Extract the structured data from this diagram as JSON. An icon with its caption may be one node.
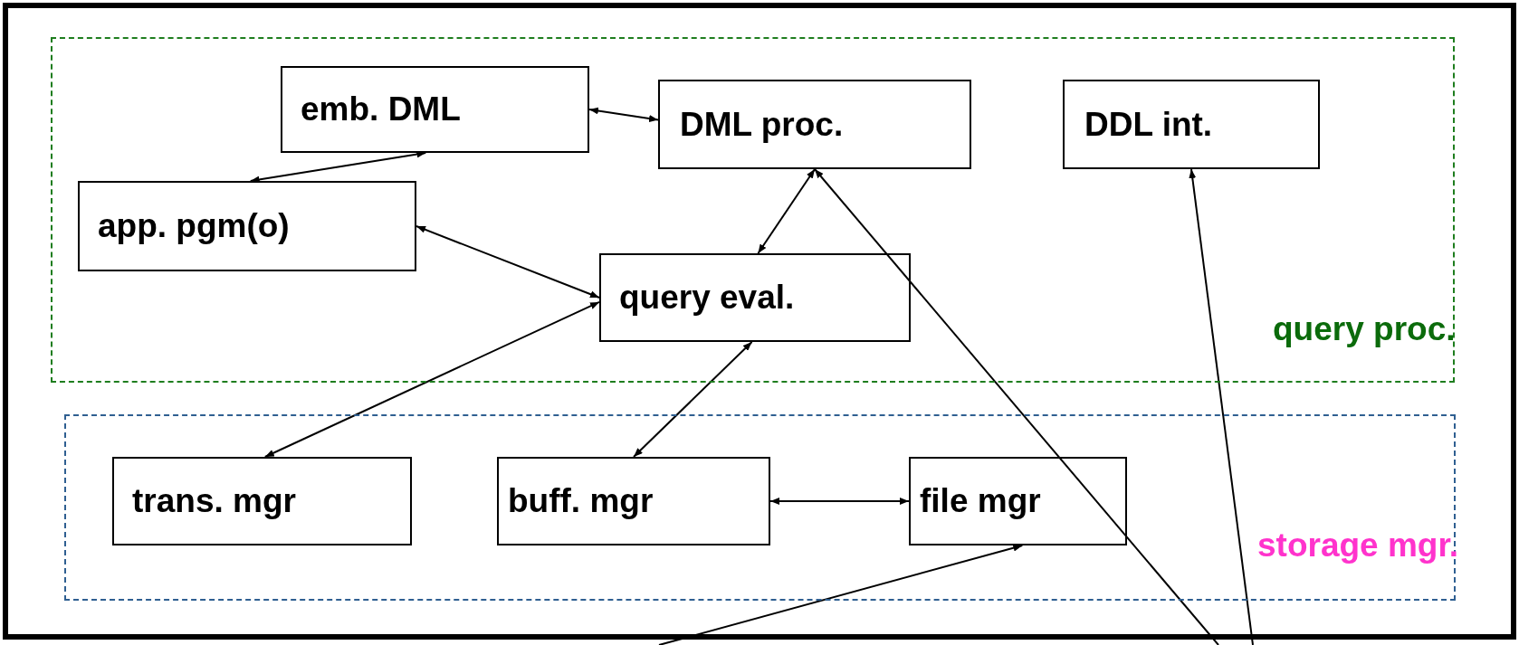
{
  "diagram": {
    "nodes": [
      {
        "text": [
          "query proc."
        ]
      },
      {
        "text": [
          "emb. DML"
        ],
        "in": 0
      },
      {
        "text": [
          "DML proc."
        ],
        "in": 0
      },
      {
        "text": [
          "DDL int."
        ],
        "in": 0
      },
      {
        "text": [
          "app. pgm(o)"
        ],
        "in": 0
      },
      {
        "text": [
          "query eval."
        ],
        "in": 0
      },
      {
        "text": [
          "storage mgr."
        ]
      },
      {
        "text": [
          "trans. mgr"
        ],
        "in": 6
      },
      {
        "text": [
          "buff. mgr"
        ],
        "in": 6
      },
      {
        "text": [
          "file mgr"
        ],
        "in": 6
      }
    ],
    "edges": [
      {
        "from": 1,
        "to": 2,
        "arrow": "both"
      },
      {
        "from": 1,
        "to": 4,
        "arrow": "both"
      },
      {
        "from": 2,
        "to": 5,
        "arrow": "both"
      },
      {
        "from": 4,
        "to": 5,
        "arrow": "both"
      },
      {
        "from": 5,
        "to": 7,
        "arrow": "both"
      },
      {
        "from": 5,
        "to": 8,
        "arrow": "both"
      },
      {
        "from": 8,
        "to": 9,
        "arrow": "both"
      },
      {
        "from": null,
        "to": 9,
        "arrow": "to"
      },
      {
        "from": null,
        "to": 2,
        "arrow": "to"
      },
      {
        "from": null,
        "to": 3,
        "arrow": "to"
      }
    ]
  }
}
